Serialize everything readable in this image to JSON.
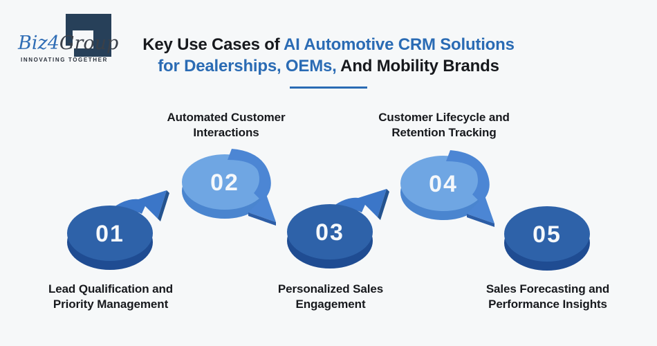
{
  "logo": {
    "brand_script_1": "Biz",
    "brand_script_2": "4",
    "brand_script_3": "Group",
    "tagline": "INNOVATING TOGETHER"
  },
  "title": {
    "line1_prefix": "Key Use Cases of ",
    "line1_highlight": "AI Automotive CRM Solutions",
    "line2_highlight": "for Dealerships, OEMs,",
    "line2_suffix": " And Mobility Brands"
  },
  "steps": [
    {
      "number": "01",
      "label": "Lead Qualification and Priority Management",
      "label_position": "below",
      "style": "dark-blue",
      "arrow_direction": "up-right"
    },
    {
      "number": "02",
      "label": "Automated Customer Interactions",
      "label_position": "above",
      "style": "light-blue",
      "arrow_direction": "down-right"
    },
    {
      "number": "03",
      "label": "Personalized Sales Engagement",
      "label_position": "below",
      "style": "dark-blue",
      "arrow_direction": "up-right"
    },
    {
      "number": "04",
      "label": "Customer Lifecycle and Retention Tracking",
      "label_position": "above",
      "style": "light-blue",
      "arrow_direction": "down-right"
    },
    {
      "number": "05",
      "label": "Sales Forecasting and Performance Insights",
      "label_position": "below",
      "style": "dark-blue",
      "arrow_direction": "none"
    }
  ],
  "colors": {
    "background": "#f6f8f9",
    "accent_blue": "#2a6bb4",
    "text_dark": "#17191d",
    "dark_circle_top": "#2e62a9",
    "dark_circle_rim": "#1f4c92",
    "dark_circle_arrow": "#3b76c8",
    "light_circle_top": "#6fa6e3",
    "light_circle_rim": "#4a85cf",
    "light_circle_arrow": "#4c86d4",
    "logo_navy": "#274059",
    "number_text": "#f5f8fb"
  }
}
